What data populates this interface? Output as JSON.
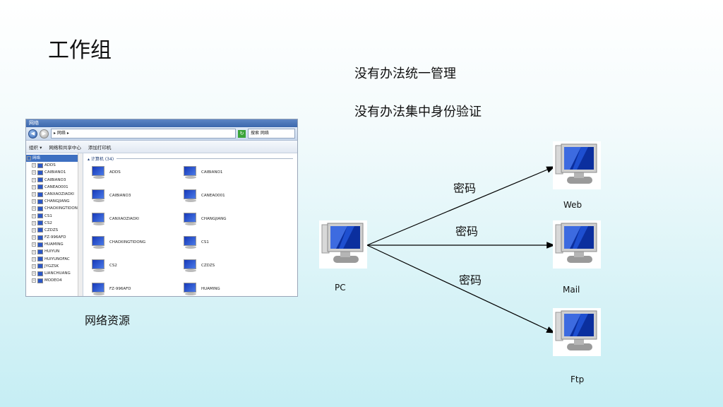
{
  "slide": {
    "title": "工作组",
    "points": [
      "没有办法统一管理",
      "没有办法集中身份验证"
    ],
    "caption": "网络资源"
  },
  "explorer": {
    "window_title": "网络",
    "address": "▸ 网络 ▸",
    "search_placeholder": "搜索 网络",
    "toolbar": [
      "组织 ▾",
      "网络和共享中心",
      "添加打印机"
    ],
    "tree_root": "网络",
    "tree_items": [
      "ADDS",
      "CAIBIANO1",
      "CAIBIANO3",
      "CANEAO001",
      "CANXAOZIAOXI",
      "CHANGJIANG",
      "CHAOXINGTIDONG",
      "CS1",
      "CS2",
      "CZDZS",
      "FZ-996AFD",
      "HUAMING",
      "HUIYUN",
      "HUIYUNOFAC",
      "JYGZSK",
      "LIANCHUANG",
      "MODEO4"
    ],
    "group_header": "▴ 计算机 (34)",
    "files": [
      "ADDS",
      "CAIBIANO1",
      "CAIBIANO3",
      "CANEAO001",
      "CANXAOZIAOXI",
      "CHANGJIANG",
      "CHAOXINGTIDONG",
      "CS1",
      "CS2",
      "CZDZS",
      "FZ-996AFD",
      "HUAMING"
    ]
  },
  "diagram": {
    "nodes": {
      "pc": "PC",
      "web": "Web",
      "mail": "Mail",
      "ftp": "Ftp"
    },
    "edge_labels": [
      "密码",
      "密码",
      "密码"
    ],
    "arrow_color": "#000000"
  }
}
